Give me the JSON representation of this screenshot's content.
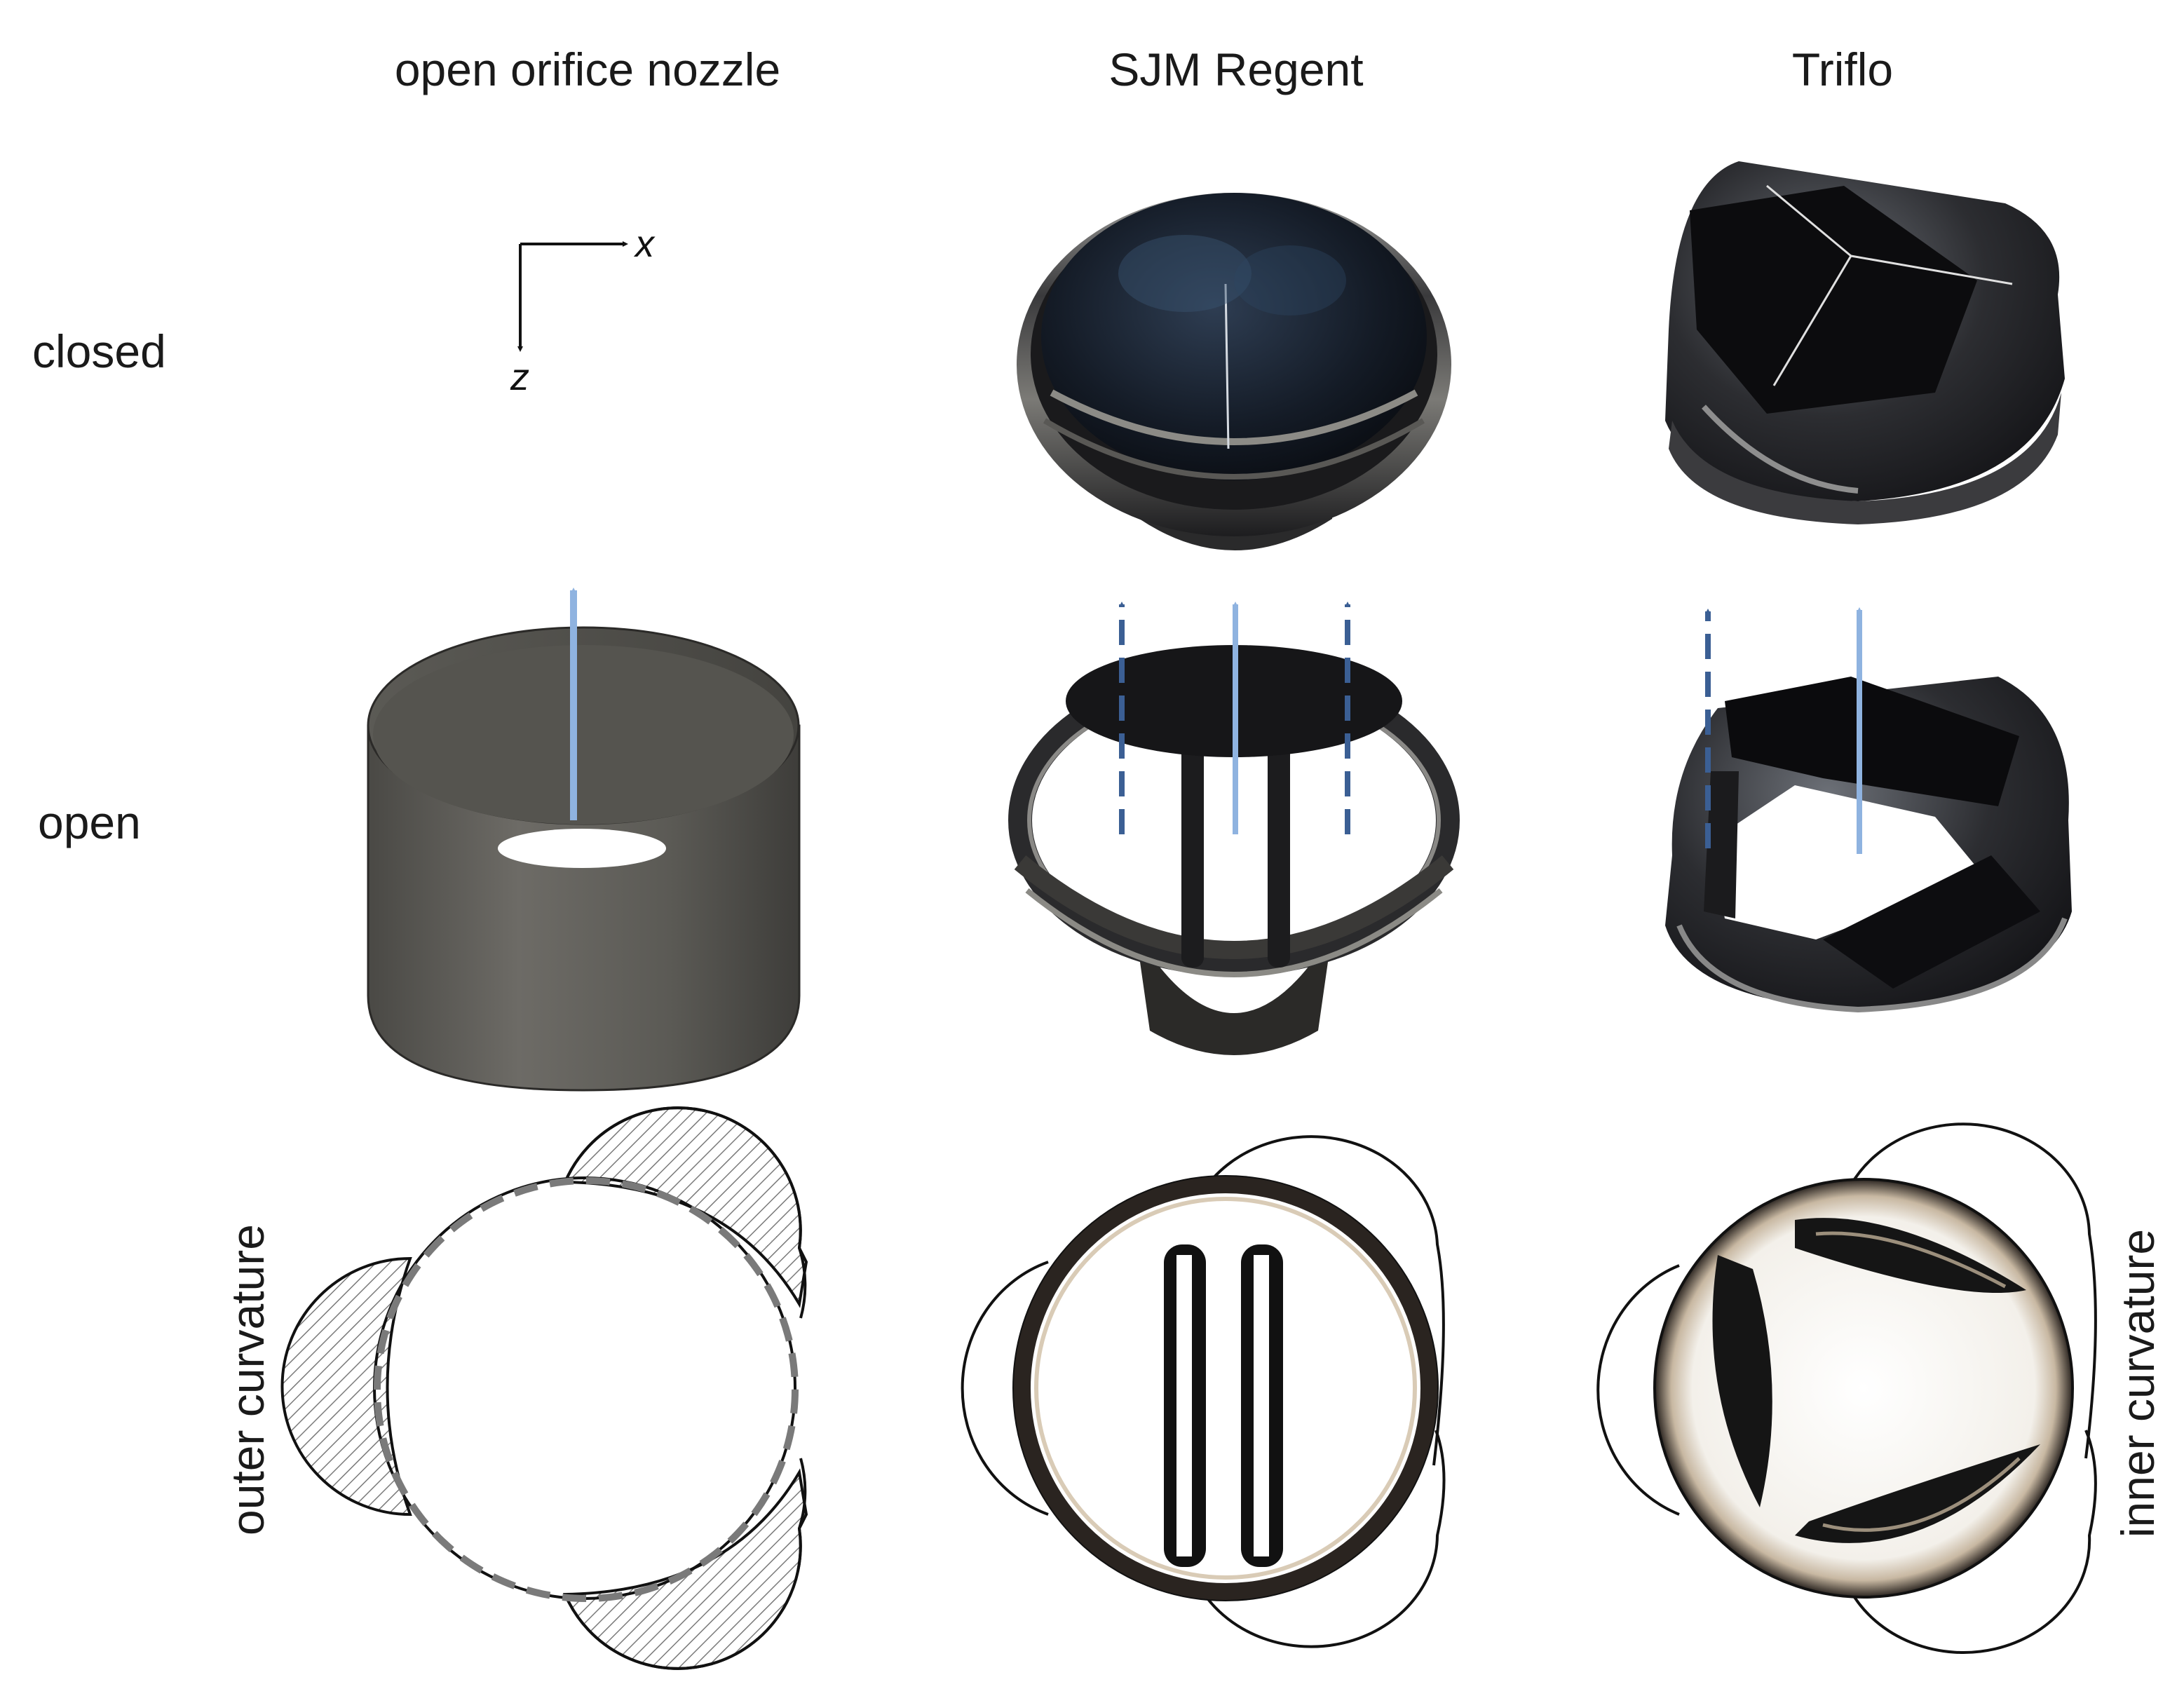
{
  "columns": {
    "nozzle": "open orifice nozzle",
    "sjm": "SJM Regent",
    "triflo": "Triflo"
  },
  "rows": {
    "closed": "closed",
    "open": "open"
  },
  "curvature": {
    "outer": "outer curvature",
    "inner": "inner curvature"
  },
  "axes": {
    "x": "x",
    "z": "z"
  },
  "colors": {
    "core_flow_arrow": "#8fb3e0",
    "side_flow_arrow": "#3b5f94",
    "nozzle_body": "#5a5954",
    "valve_metal": "#2b2b2b",
    "hatch": "#7a7a7a"
  }
}
